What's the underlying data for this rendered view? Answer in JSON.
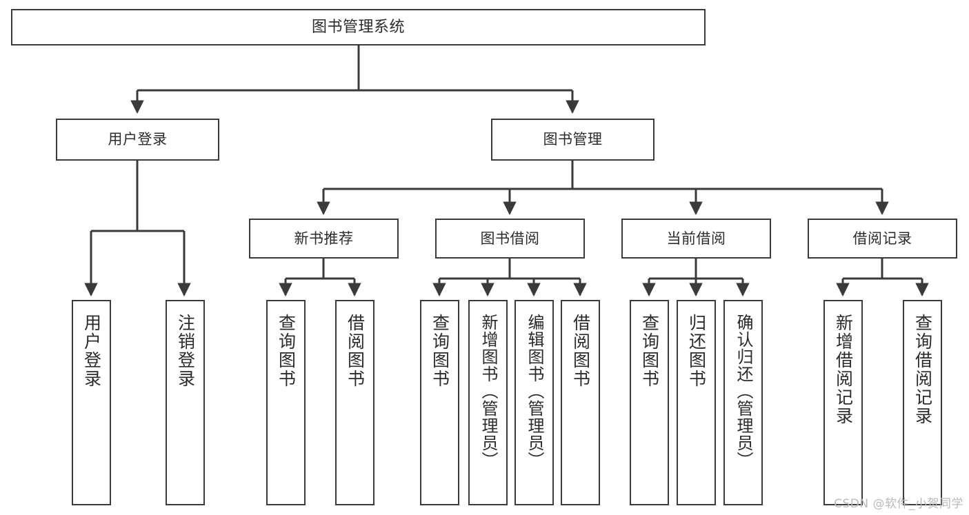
{
  "diagram": {
    "title": "图书管理系统",
    "watermark": "CSDN @软件_小贺同学",
    "colors": {
      "background": "#ffffff",
      "node_border": "#3a3a3a",
      "node_fill": "#ffffff",
      "connector": "#3a3a3a",
      "text": "#2b2b2b",
      "watermark": "#b9b9b9"
    },
    "root": {
      "label": "图书管理系统"
    },
    "level2": [
      {
        "label": "用户登录"
      },
      {
        "label": "图书管理"
      }
    ],
    "level3": [
      {
        "label": "新书推荐"
      },
      {
        "label": "图书借阅"
      },
      {
        "label": "当前借阅"
      },
      {
        "label": "借阅记录"
      }
    ],
    "leaves": {
      "user_login": [
        {
          "label": "用户登录"
        },
        {
          "label": "注销登录"
        }
      ],
      "new_book_recommend": [
        {
          "label": "查询图书"
        },
        {
          "label": "借阅图书"
        }
      ],
      "book_borrow": [
        {
          "label": "查询图书"
        },
        {
          "label": "新增图书（管理员）"
        },
        {
          "label": "编辑图书（管理员）"
        },
        {
          "label": "借阅图书"
        }
      ],
      "current_borrow": [
        {
          "label": "查询图书"
        },
        {
          "label": "归还图书"
        },
        {
          "label": "确认归还（管理员）"
        }
      ],
      "borrow_record": [
        {
          "label": "新增借阅记录"
        },
        {
          "label": "查询借阅记录"
        }
      ]
    }
  }
}
